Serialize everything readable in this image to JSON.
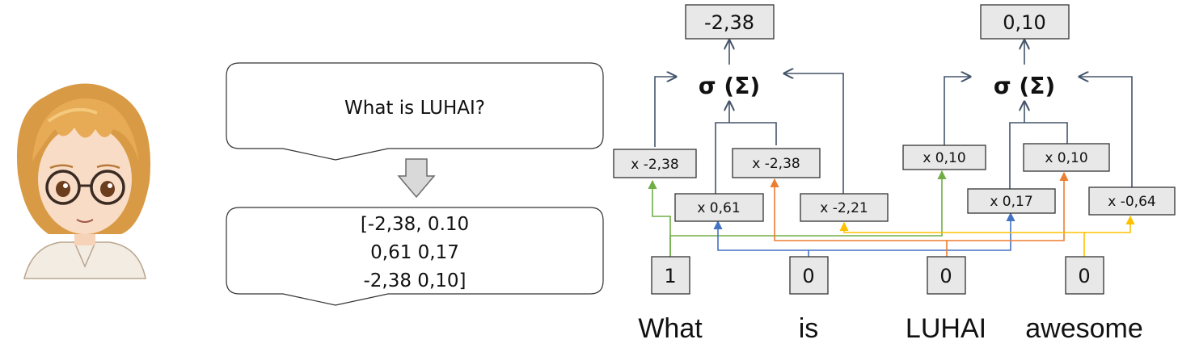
{
  "prompt_bubble": {
    "text": "What is LUHAI?"
  },
  "embedding_bubble": {
    "lines": [
      "[-2,38, 0.10",
      "0,61 0,17",
      "-2,38 0,10]"
    ]
  },
  "neurons": [
    {
      "label": "σ (Σ)",
      "output": "-2,38",
      "weights": [
        "x -2,38",
        "x 0,61",
        "x -2,38",
        "x -2,21"
      ]
    },
    {
      "label": "σ (Σ)",
      "output": "0,10",
      "weights": [
        "x 0,10",
        "x 0,17",
        "x 0,10",
        "x -0,64"
      ]
    }
  ],
  "inputs": [
    {
      "value": "1",
      "word": "What"
    },
    {
      "value": "0",
      "word": "is"
    },
    {
      "value": "0",
      "word": "LUHAI"
    },
    {
      "value": "0",
      "word": "awesome"
    }
  ],
  "colors": {
    "box_fill": "#e8e8e8",
    "line_dark": "#44546a",
    "green": "#70ad47",
    "blue": "#4472c4",
    "orange": "#ed7d31",
    "yellow": "#ffc000"
  },
  "avatar": {
    "icon": "anime-avatar-icon"
  }
}
